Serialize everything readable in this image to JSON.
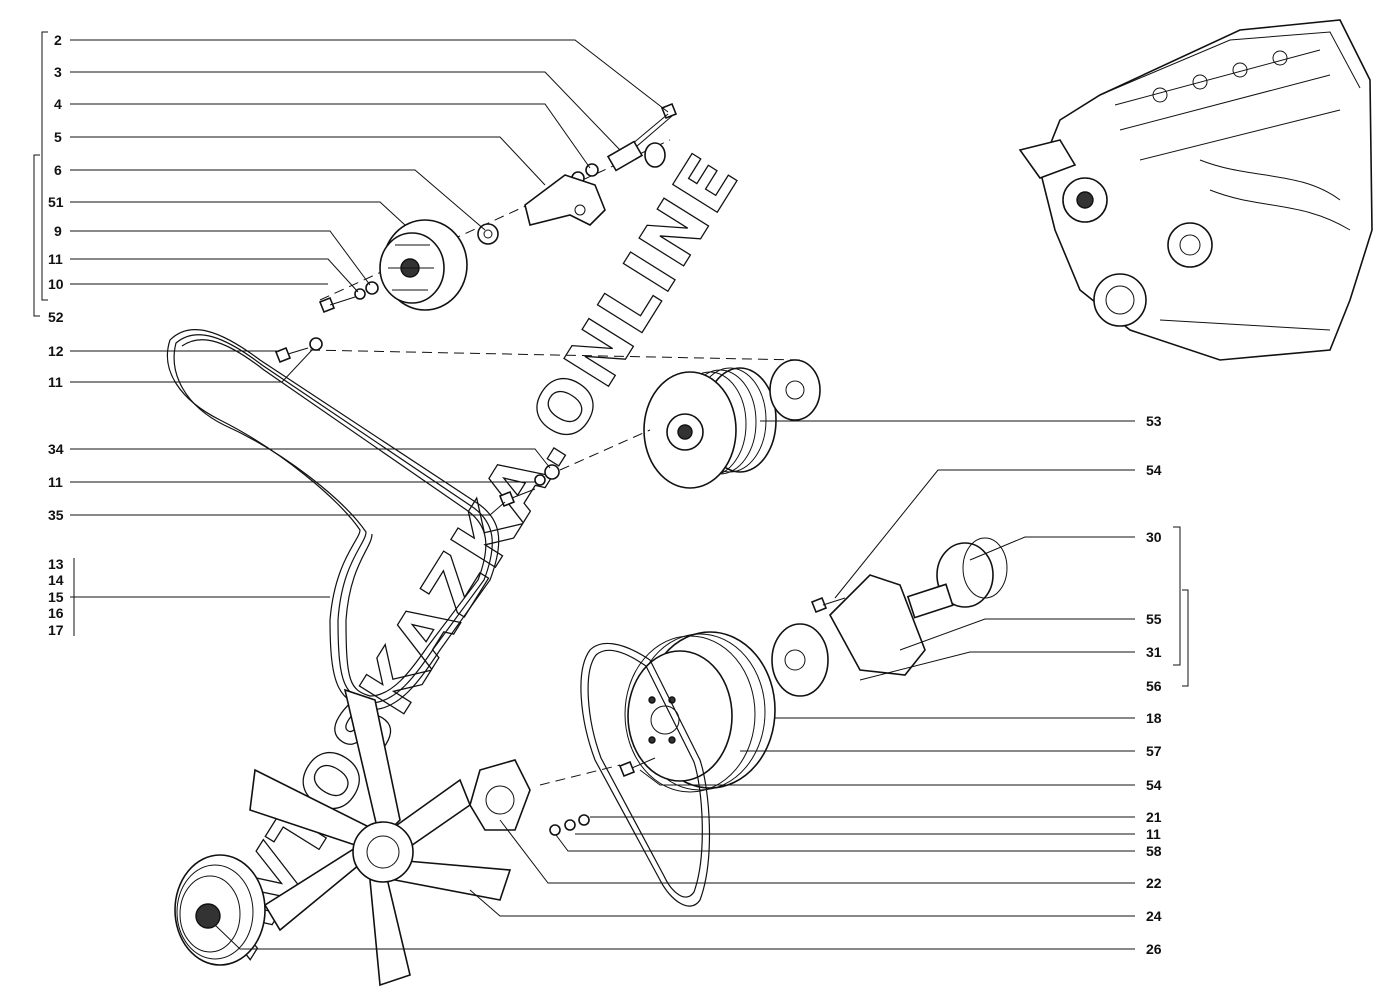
{
  "watermark": "AVTOSKAZKA.ONLINE",
  "group_labels": {
    "left_top": [
      "51",
      "52"
    ],
    "left_belt": [
      "13",
      "14",
      "15",
      "16",
      "17"
    ],
    "right_group": [
      "30",
      "55",
      "31",
      "56"
    ]
  },
  "labels_left": [
    {
      "id": "2",
      "text": "2"
    },
    {
      "id": "3",
      "text": "3"
    },
    {
      "id": "4",
      "text": "4"
    },
    {
      "id": "5",
      "text": "5"
    },
    {
      "id": "6",
      "text": "6"
    },
    {
      "id": "51",
      "text": "51"
    },
    {
      "id": "9",
      "text": "9"
    },
    {
      "id": "11a",
      "text": "11"
    },
    {
      "id": "10",
      "text": "10"
    },
    {
      "id": "52",
      "text": "52"
    },
    {
      "id": "12",
      "text": "12"
    },
    {
      "id": "11b",
      "text": "11"
    },
    {
      "id": "34",
      "text": "34"
    },
    {
      "id": "11c",
      "text": "11"
    },
    {
      "id": "35",
      "text": "35"
    },
    {
      "id": "13",
      "text": "13"
    },
    {
      "id": "14",
      "text": "14"
    },
    {
      "id": "15",
      "text": "15"
    },
    {
      "id": "16",
      "text": "16"
    },
    {
      "id": "17",
      "text": "17"
    }
  ],
  "labels_right": [
    {
      "id": "53",
      "text": "53"
    },
    {
      "id": "54a",
      "text": "54"
    },
    {
      "id": "30",
      "text": "30"
    },
    {
      "id": "55",
      "text": "55"
    },
    {
      "id": "31",
      "text": "31"
    },
    {
      "id": "56",
      "text": "56"
    },
    {
      "id": "18",
      "text": "18"
    },
    {
      "id": "57",
      "text": "57"
    },
    {
      "id": "54b",
      "text": "54"
    },
    {
      "id": "21",
      "text": "21"
    },
    {
      "id": "11d",
      "text": "11"
    },
    {
      "id": "58",
      "text": "58"
    },
    {
      "id": "22",
      "text": "22"
    },
    {
      "id": "24",
      "text": "24"
    },
    {
      "id": "26",
      "text": "26"
    }
  ]
}
